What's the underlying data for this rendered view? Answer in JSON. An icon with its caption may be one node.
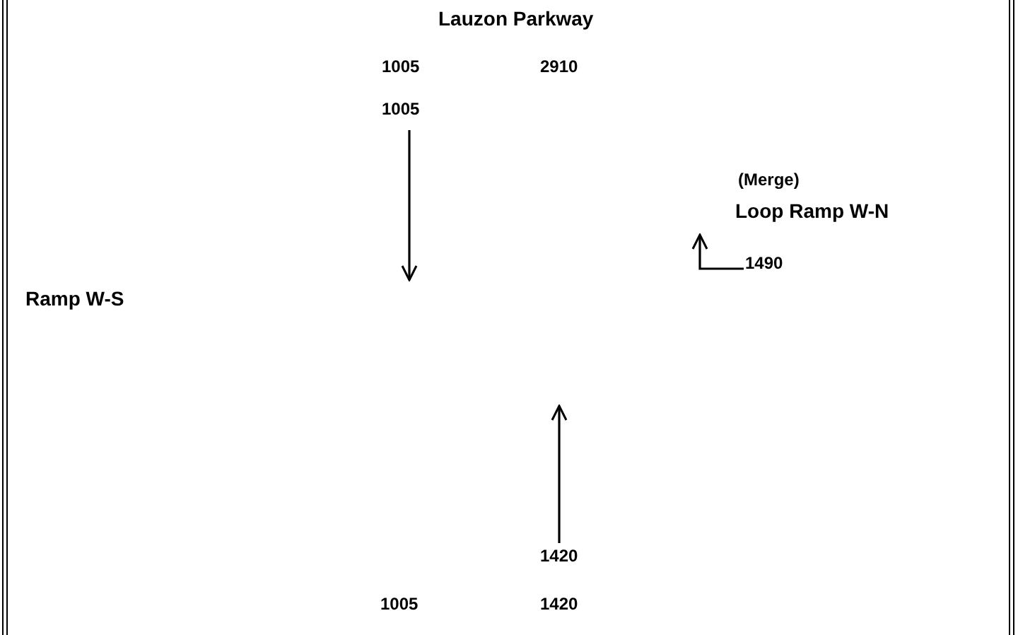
{
  "diagram": {
    "nodes": [
      {
        "text": [
          "1005"
        ]
      },
      {
        "text": [
          "1490"
        ]
      },
      {
        "text": [
          "1420"
        ]
      }
    ],
    "edges": [
      {
        "from": 0,
        "to": null,
        "arrow": "to"
      },
      {
        "from": 1,
        "to": null,
        "arrow": "to"
      },
      {
        "from": 2,
        "to": null,
        "arrow": "to"
      }
    ],
    "labels": [
      "Lauzon Parkway",
      "1005",
      "2910",
      "(Merge)",
      "Loop Ramp W-N",
      "Ramp W-S",
      "1005",
      "1420"
    ]
  }
}
